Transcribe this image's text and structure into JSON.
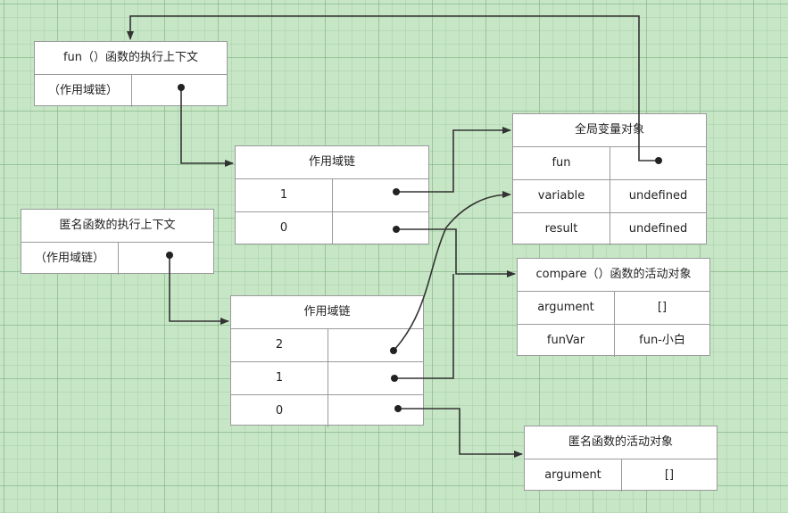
{
  "fun_context": {
    "title": "fun（）函数的执行上下文",
    "scope_label": "（作用域链）",
    "scope_value": ""
  },
  "fun_scope": {
    "title": "作用域链",
    "rows": [
      {
        "key": "1",
        "value": ""
      },
      {
        "key": "0",
        "value": ""
      }
    ]
  },
  "global": {
    "title": "全局变量对象",
    "rows": [
      {
        "key": "fun",
        "value": ""
      },
      {
        "key": "variable",
        "value": "undefined"
      },
      {
        "key": "result",
        "value": "undefined"
      }
    ]
  },
  "anon_context": {
    "title": "匿名函数的执行上下文",
    "scope_label": "（作用域链）",
    "scope_value": ""
  },
  "compare_activation": {
    "title": "compare（）函数的活动对象",
    "rows": [
      {
        "key": "argument",
        "value": "[]"
      },
      {
        "key": "funVar",
        "value": "fun-小白"
      }
    ]
  },
  "anon_scope": {
    "title": "作用域链",
    "rows": [
      {
        "key": "2",
        "value": ""
      },
      {
        "key": "1",
        "value": ""
      },
      {
        "key": "0",
        "value": ""
      }
    ]
  },
  "anon_activation": {
    "title": "匿名函数的活动对象",
    "rows": [
      {
        "key": "argument",
        "value": "[]"
      }
    ]
  }
}
